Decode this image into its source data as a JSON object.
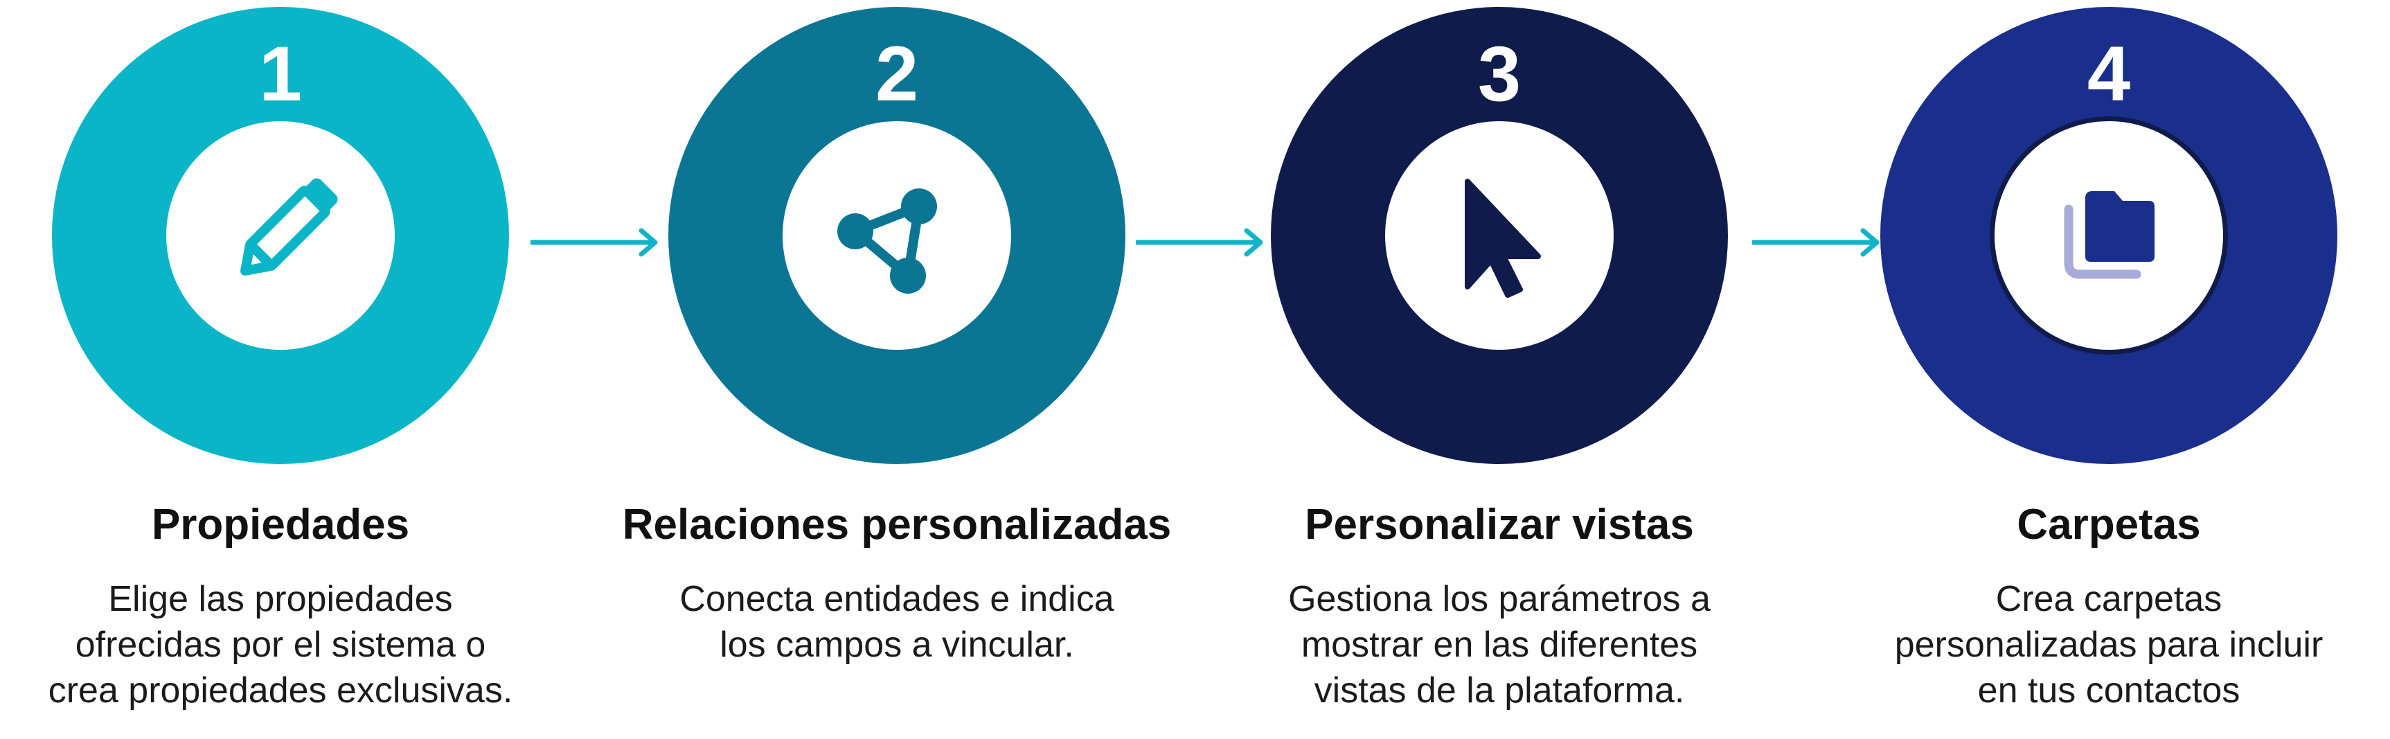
{
  "colors": {
    "step1": "#0ab5c7",
    "step2": "#0b7594",
    "step3": "#0f1c4b",
    "step4": "#1a2e8c",
    "arrow": "#11b3c8",
    "folder_back": "#a9acd9"
  },
  "steps": [
    {
      "number": "1",
      "icon": "pencil-icon",
      "title": "Propiedades",
      "desc_lines": [
        "Elige las propiedades",
        "ofrecidas por el sistema o",
        "crea propiedades exclusivas."
      ]
    },
    {
      "number": "2",
      "icon": "share-nodes-icon",
      "title": "Relaciones personalizadas",
      "desc_lines": [
        "Conecta entidades e indica",
        "los campos a vincular."
      ]
    },
    {
      "number": "3",
      "icon": "cursor-icon",
      "title": "Personalizar vistas",
      "desc_lines": [
        "Gestiona los parámetros a",
        "mostrar en las diferentes",
        "vistas de la plataforma."
      ]
    },
    {
      "number": "4",
      "icon": "folder-icon",
      "title": "Carpetas",
      "desc_lines": [
        "Crea carpetas",
        "personalizadas para incluir",
        "en tus contactos"
      ]
    }
  ]
}
